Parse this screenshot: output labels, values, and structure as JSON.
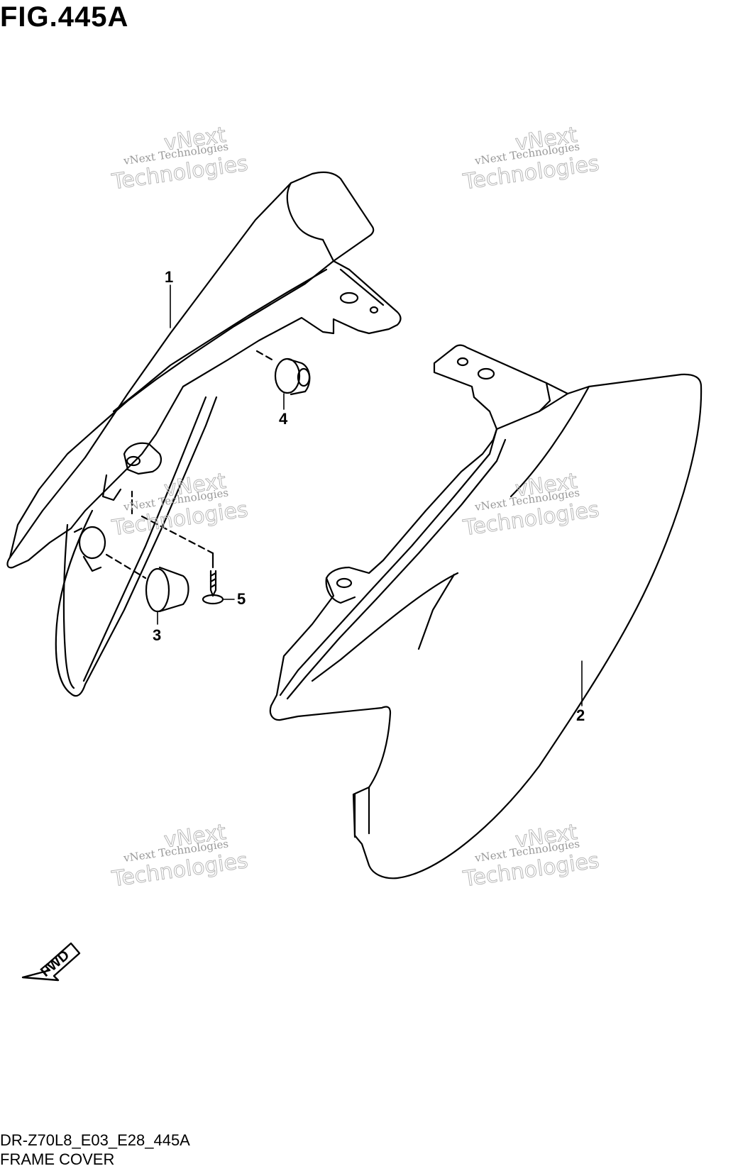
{
  "figure": {
    "title": "FIG.445A"
  },
  "callouts": [
    {
      "number": "1",
      "part": "frame cover (upper)"
    },
    {
      "number": "2",
      "part": "frame cover (side)"
    },
    {
      "number": "3",
      "part": "cushion"
    },
    {
      "number": "4",
      "part": "grommet"
    },
    {
      "number": "5",
      "part": "screw"
    }
  ],
  "watermark": {
    "line1": "vNext Technologies",
    "line2": "Technologies",
    "line3": "vNext"
  },
  "direction": {
    "label": "FWD"
  },
  "footer": {
    "code": "DR-Z70L8_E03_E28_445A",
    "name": "FRAME COVER"
  }
}
